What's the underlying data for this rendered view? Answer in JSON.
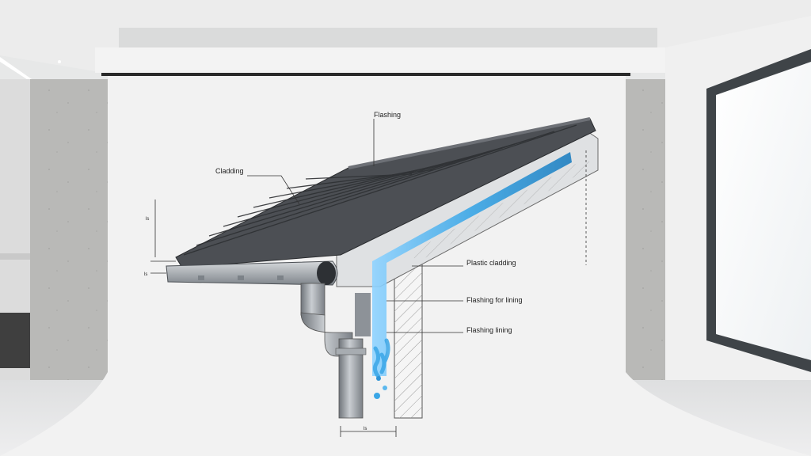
{
  "labels": {
    "top": "Flashing",
    "left": "Cladding",
    "right_1": "Plastic cladding",
    "right_2": "Flashing for lining",
    "right_3": "Flashing lining"
  },
  "dimensions": {
    "left_upper": "ls",
    "left_lower": "ls",
    "bottom": "ls"
  },
  "colors": {
    "water": "#3aa6e6",
    "tiles": "#4c4f54",
    "gutter": "#9aa0a6",
    "pipe": "#8d9298",
    "backdrop": "#f1f1f1"
  }
}
